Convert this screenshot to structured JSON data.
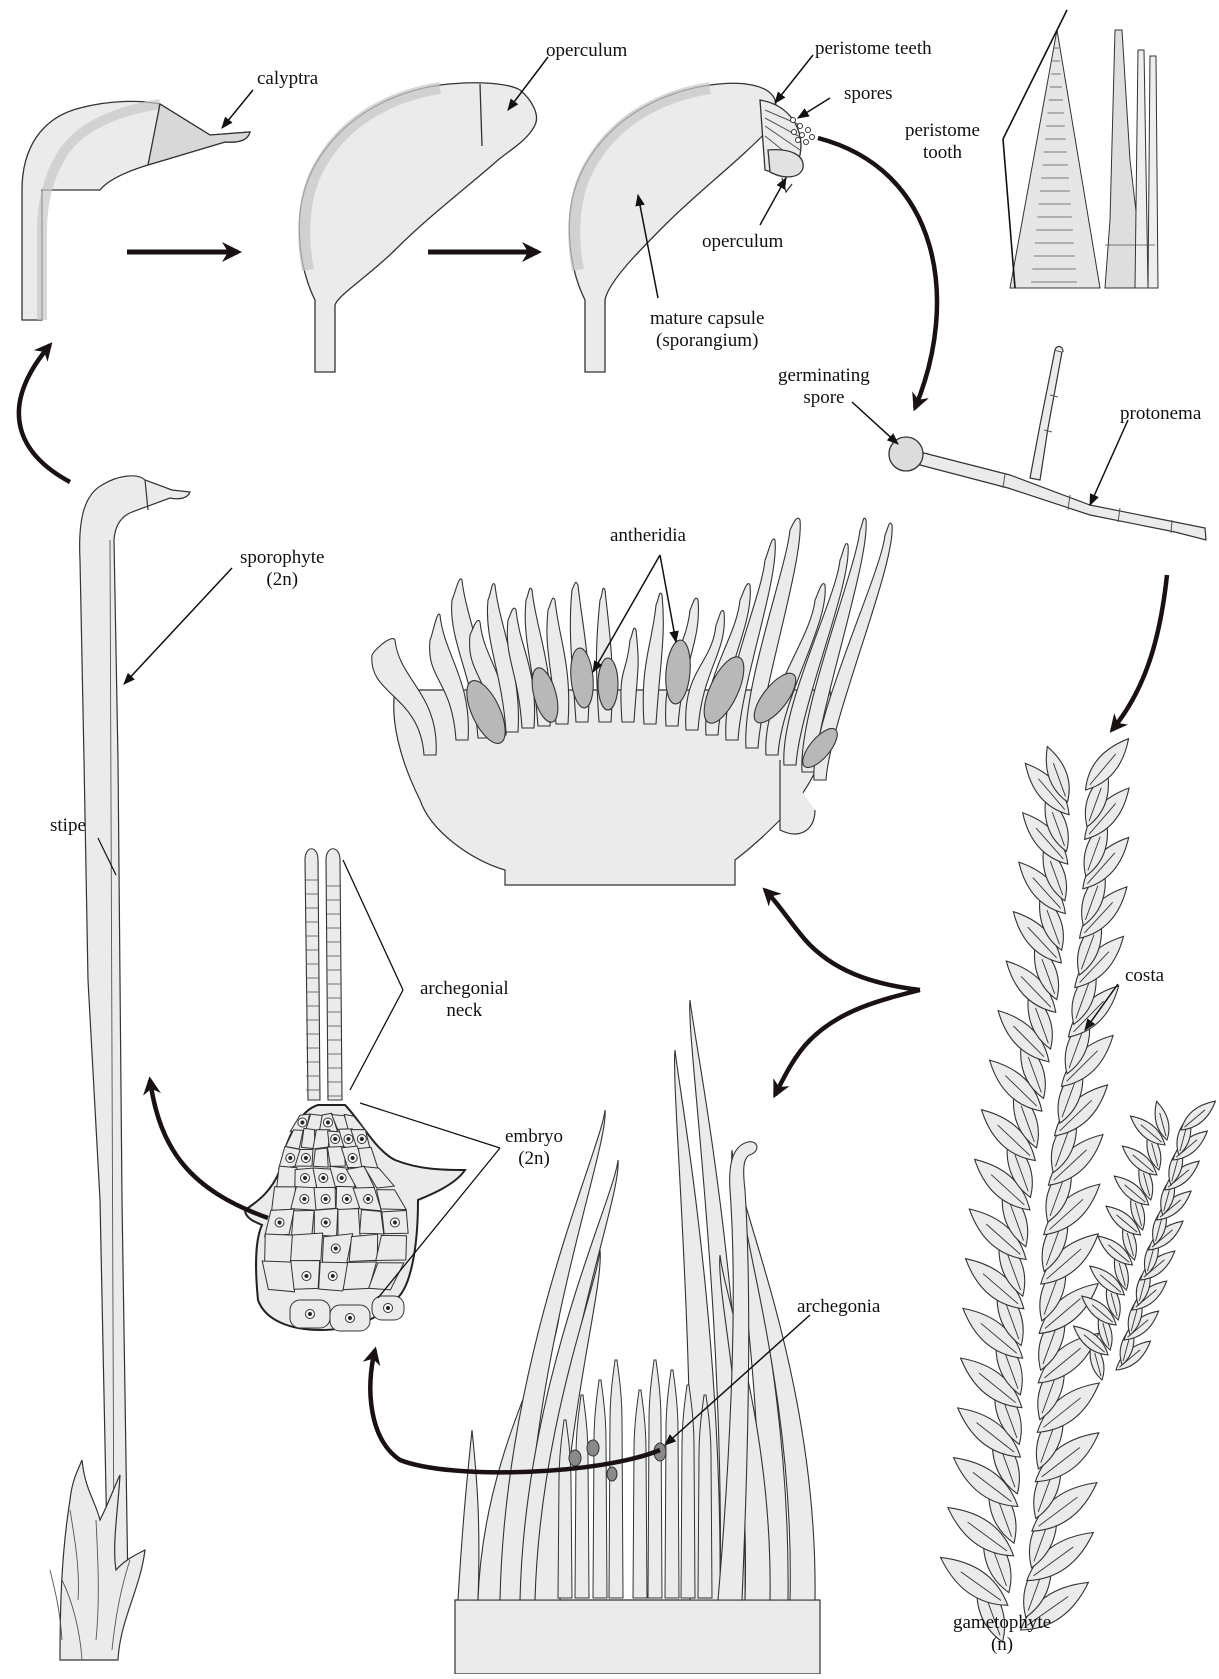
{
  "labels": {
    "calyptra": "calyptra",
    "operculum_top": "operculum",
    "peristome_teeth": "peristome teeth",
    "spores": "spores",
    "operculum_lower": "operculum",
    "mature_capsule_line1": "mature capsule",
    "mature_capsule_line2": "(sporangium)",
    "peristome_tooth_line1": "peristome",
    "peristome_tooth_line2": "tooth",
    "germinating_spore_line1": "germinating",
    "germinating_spore_line2": "spore",
    "protonema": "protonema",
    "sporophyte_line1": "sporophyte",
    "sporophyte_line2": "(2n)",
    "antheridia": "antheridia",
    "stipe": "stipe",
    "archegonial_neck_line1": "archegonial",
    "archegonial_neck_line2": "neck",
    "embryo_line1": "embryo",
    "embryo_line2": "(2n)",
    "costa": "costa",
    "archegonia": "archegonia",
    "gametophyte_line1": "gametophyte",
    "gametophyte_line2": "(n)"
  },
  "colors": {
    "outline": "#333333",
    "fill_light": "#ebebeb",
    "fill_mid": "#d2d2d2",
    "fill_dark": "#b4b4b4",
    "arrow": "#1a1212"
  }
}
